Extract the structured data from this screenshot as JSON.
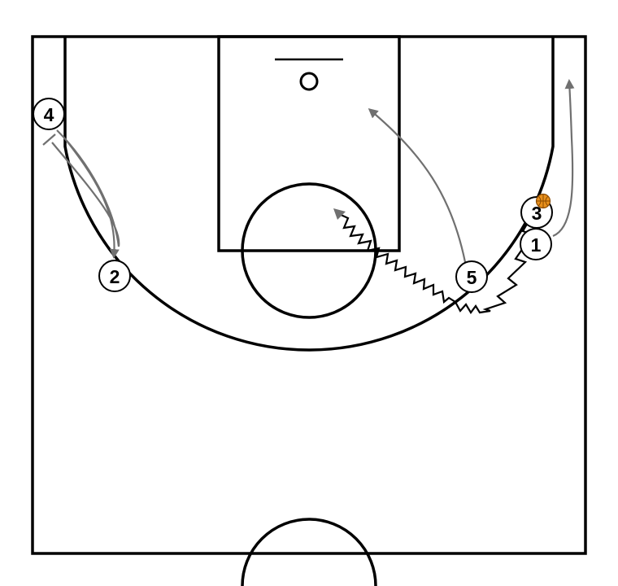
{
  "players": [
    {
      "id": "p1",
      "label": "1"
    },
    {
      "id": "p2",
      "label": "2"
    },
    {
      "id": "p3",
      "label": "3"
    },
    {
      "id": "p4",
      "label": "4"
    },
    {
      "id": "p5",
      "label": "5"
    }
  ],
  "colors": {
    "court_lines": "#000000",
    "movement": "#707070",
    "ball": "#e8901c"
  },
  "icons": {
    "ball": "basketball-icon",
    "hoop": "hoop-icon"
  }
}
